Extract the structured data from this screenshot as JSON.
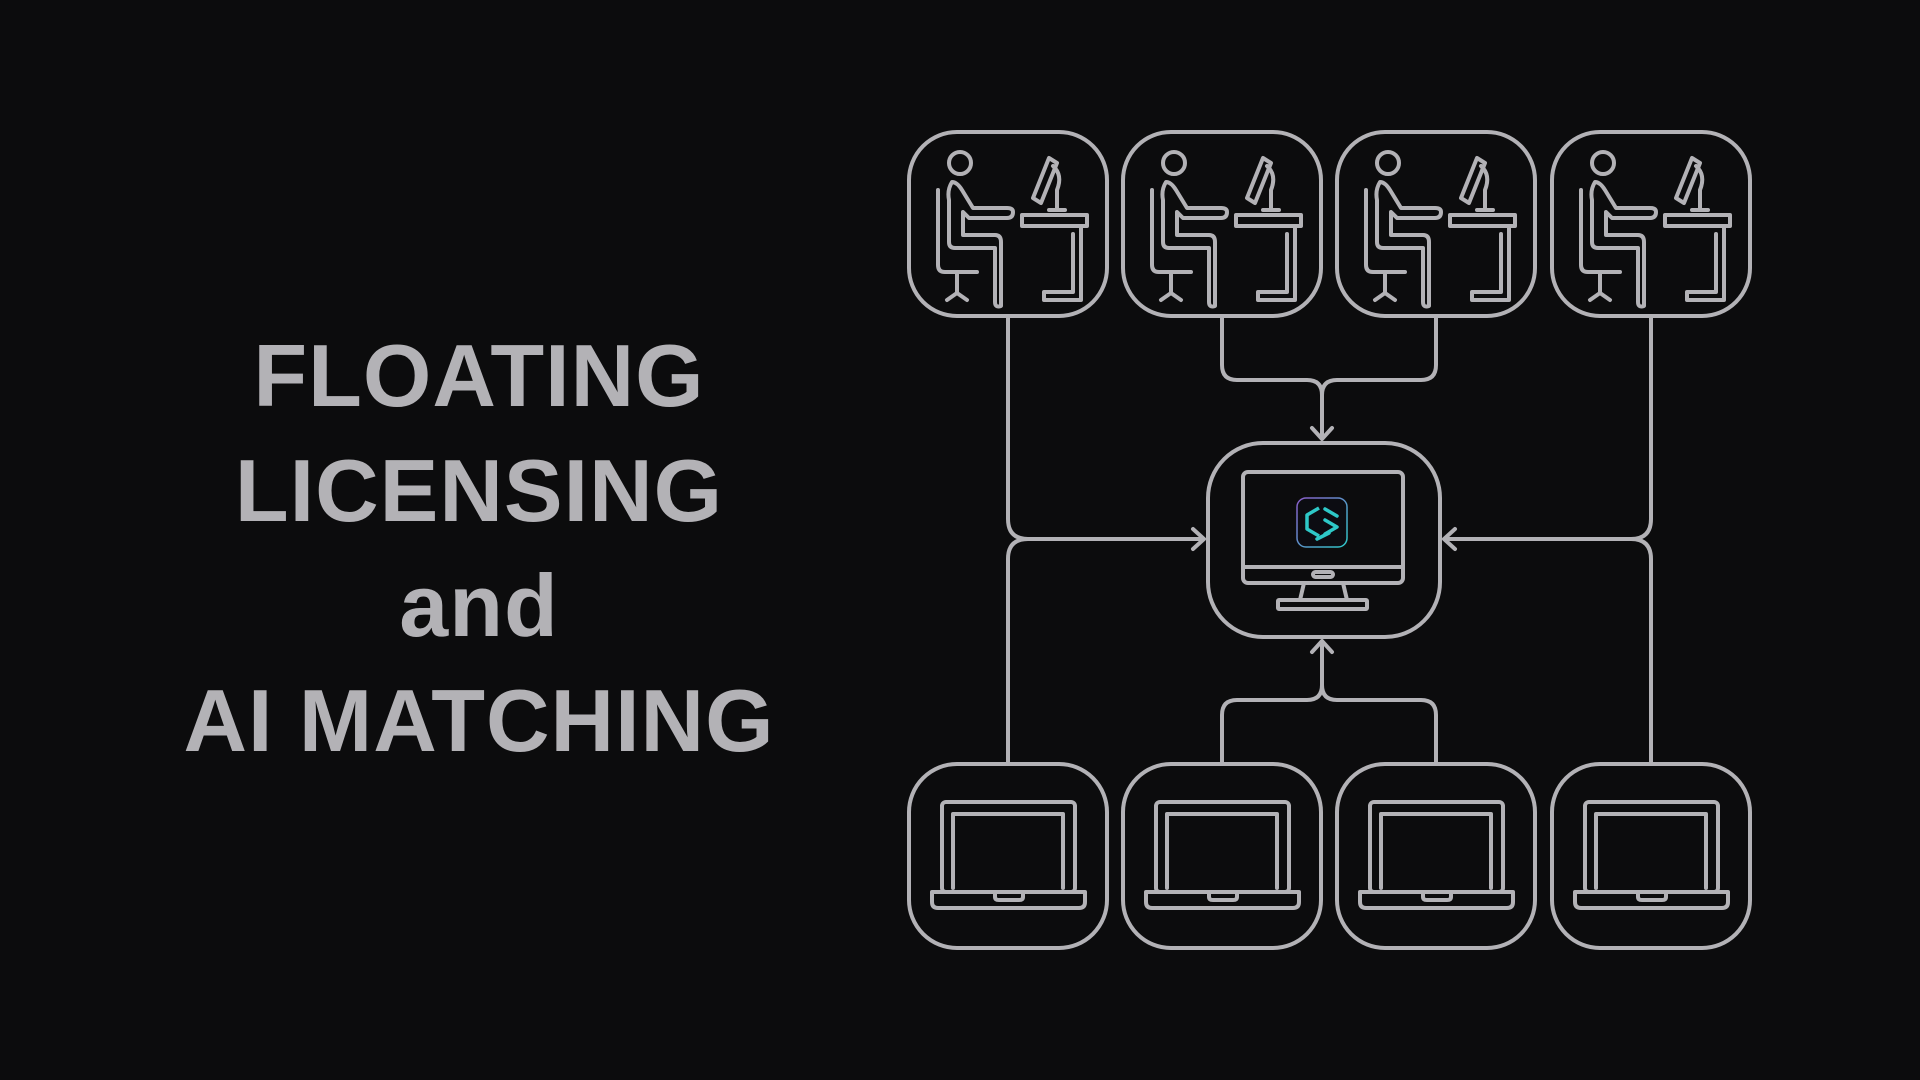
{
  "title_lines": [
    "FLOATING",
    "LICENSING",
    "and",
    "AI MATCHING"
  ],
  "diagram": {
    "top_nodes": [
      "workstation-user",
      "workstation-user",
      "workstation-user",
      "workstation-user"
    ],
    "center_node": "license-server-monitor",
    "bottom_nodes": [
      "laptop",
      "laptop",
      "laptop",
      "laptop"
    ]
  },
  "colors": {
    "background": "#0c0c0d",
    "foreground": "#b3b2b6",
    "logo_teal": "#2ec8c8",
    "logo_purple": "#8a5cc8"
  }
}
